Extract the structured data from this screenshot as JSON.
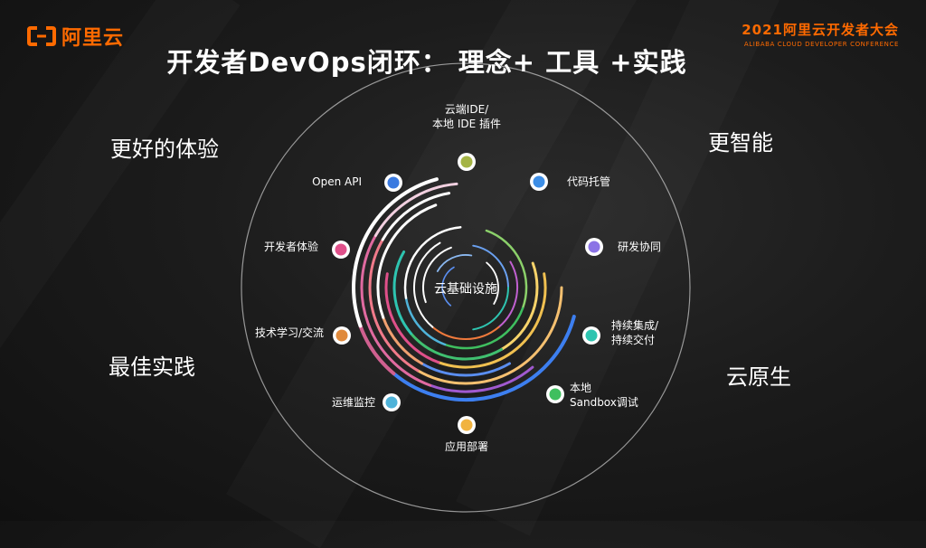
{
  "brand": {
    "name": "阿里云",
    "accent": "#ff6a00"
  },
  "conference": {
    "title": "2021阿里云开发者大会",
    "subtitle": "ALIBABA CLOUD DEVELOPER CONFERENCE",
    "accent": "#ff6a00"
  },
  "slide": {
    "title": "开发者DevOps闭环： 理念+ 工具 +实践"
  },
  "corners": {
    "top_left": "更好的体验",
    "top_right": "更智能",
    "bottom_left": "最佳实践",
    "bottom_right": "云原生"
  },
  "diagram": {
    "center": "云基础设施",
    "nodes": [
      {
        "id": "ide",
        "lines": [
          "云端IDE/",
          "本地 IDE 插件"
        ],
        "color": "#a4b445"
      },
      {
        "id": "code",
        "lines": [
          "代码托管"
        ],
        "color": "#3d8ee6"
      },
      {
        "id": "collab",
        "lines": [
          "研发协同"
        ],
        "color": "#8b73e6"
      },
      {
        "id": "ci",
        "lines": [
          "持续集成/",
          "持续交付"
        ],
        "color": "#2ec4b0"
      },
      {
        "id": "sandbox",
        "lines": [
          "本地",
          "Sandbox调试"
        ],
        "color": "#3fbf5f"
      },
      {
        "id": "deploy",
        "lines": [
          "应用部署"
        ],
        "color": "#f1b340"
      },
      {
        "id": "ops",
        "lines": [
          "运维监控"
        ],
        "color": "#4fb3d9"
      },
      {
        "id": "learn",
        "lines": [
          "技术学习/交流"
        ],
        "color": "#e08a3c"
      },
      {
        "id": "dx",
        "lines": [
          "开发者体验"
        ],
        "color": "#e0508a"
      },
      {
        "id": "api",
        "lines": [
          "Open API"
        ],
        "color": "#3a7ae0"
      }
    ]
  }
}
